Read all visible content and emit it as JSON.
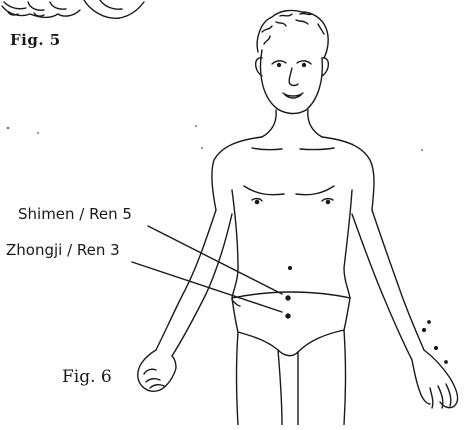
{
  "figure_labels": {
    "fig5": "Fig. 5",
    "fig6": "Fig. 6"
  },
  "acupoints": [
    {
      "label": "Shimen / Ren 5"
    },
    {
      "label": "Zhongji / Ren 3"
    }
  ],
  "colors": {
    "ink": "#1a1a1a",
    "background": "#ffffff"
  }
}
